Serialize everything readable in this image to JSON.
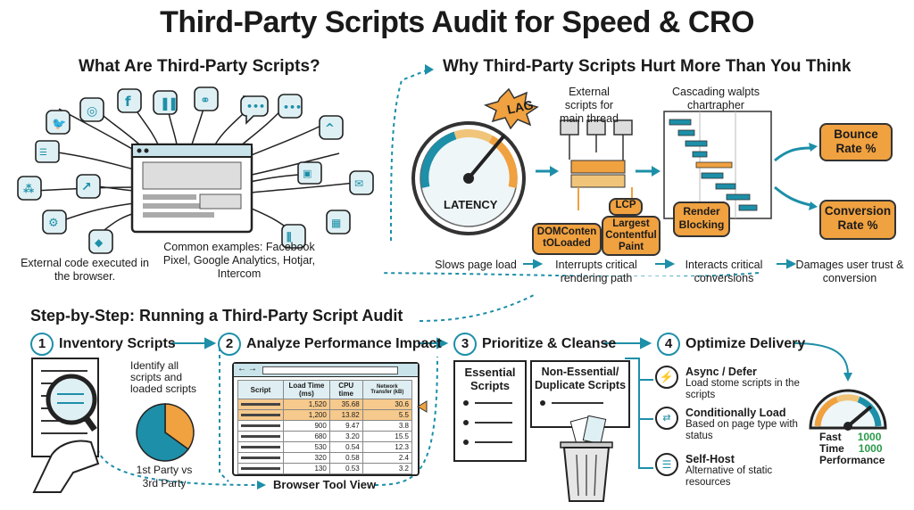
{
  "title": "Third-Party Scripts Audit for Speed & CRO",
  "what": {
    "heading": "What Are Third-Party Scripts?",
    "external_code": "External code executed in the browser.",
    "examples": "Common examples: Facebook Pixel, Google Analytics, Hotjar, Intercom",
    "icons": [
      "twitter-icon",
      "instagram-icon",
      "facebook-icon",
      "bar-chart-icon",
      "link-icon",
      "chat-icon",
      "message-icon",
      "up-arrow-icon",
      "document-icon",
      "share-icon",
      "trend-icon",
      "gear-icon",
      "tag-icon",
      "image-icon",
      "mail-icon",
      "calendar-icon",
      "intercom-icon"
    ]
  },
  "why": {
    "heading": "Why Third-Party Scripts Hurt More Than You Think",
    "lag": "LAG",
    "latency": "LATENCY",
    "external_scripts": "External scripts for main thread",
    "cascading": "Cascading walpts chartrapher",
    "dom": "DOMConten tOLoaded",
    "lcp": "LCP",
    "largest": "Largest Contentful Paint",
    "render_blocking": "Render Blocking",
    "bounce": "Bounce Rate %",
    "conversion": "Conversion Rate %",
    "flow": [
      "Slows page load",
      "Interrupts critical rendering path",
      "Interacts critical conversions",
      "Damages user trust & conversion"
    ]
  },
  "steps_heading": "Step-by-Step: Running a Third-Party Script Audit",
  "step1": {
    "num": "1",
    "label": "Inventory Scripts",
    "identify": "Identify all scripts and loaded scripts",
    "party": "1st Party vs 3rd Party",
    "pie": {
      "first_party_pct": 35,
      "third_party_pct": 65,
      "colors": {
        "first": "#f0a140",
        "third": "#1d8fa8"
      }
    }
  },
  "step2": {
    "num": "2",
    "label": "Analyze Performance Impact",
    "browser_tool": "Browser Tool View",
    "headers": [
      "Script",
      "Load Time (ms)",
      "CPU time",
      "Network Transfer (kB)"
    ],
    "rows": [
      [
        "",
        "1,520",
        "35.68",
        "30.6"
      ],
      [
        "",
        "1,200",
        "13.82",
        "5.5"
      ],
      [
        "",
        "900",
        "9.47",
        "3.8"
      ],
      [
        "",
        "680",
        "3.20",
        "15.5"
      ],
      [
        "",
        "530",
        "0.54",
        "12.3"
      ],
      [
        "",
        "320",
        "0.58",
        "2.4"
      ],
      [
        "",
        "130",
        "0.53",
        "3.2"
      ]
    ]
  },
  "step3": {
    "num": "3",
    "label": "Prioritize & Cleanse",
    "essential": "Essential Scripts",
    "nonessential": "Non-Essential/ Duplicate Scripts"
  },
  "step4": {
    "num": "4",
    "label": "Optimize Delivery",
    "items": [
      {
        "title": "Async / Defer",
        "desc": "Load stome scripts in the scripts",
        "icon": "bolt-icon"
      },
      {
        "title": "Conditionally Load",
        "desc": "Based on page type with status",
        "icon": "conditional-icon"
      },
      {
        "title": "Self-Host",
        "desc": "Alternative of static resources",
        "icon": "server-icon"
      }
    ],
    "gauge": {
      "fast": "Fast",
      "time": "Time",
      "performance": "Performance",
      "v1": "1000",
      "v2": "1000"
    }
  },
  "colors": {
    "teal": "#1d8fa8",
    "orange": "#f0a140",
    "dark": "#1a1a1a"
  }
}
